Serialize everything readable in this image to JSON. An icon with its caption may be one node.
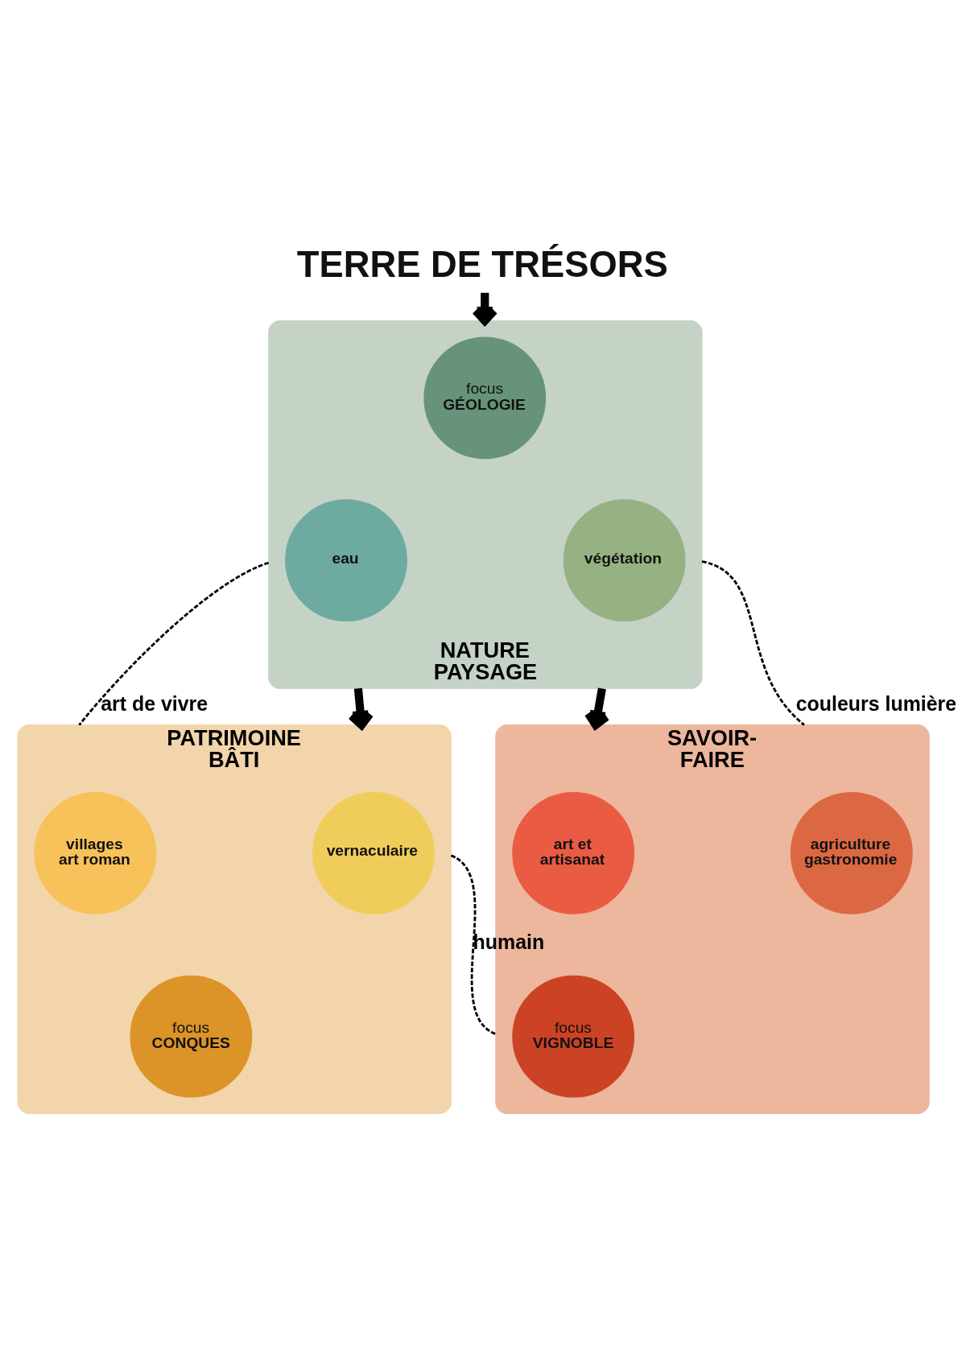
{
  "diagram": {
    "nodes": [
      {
        "text": [
          "TERRE DE TRÉSORS"
        ]
      },
      {
        "text": [
          "NATURE PAYSAGE"
        ]
      },
      {
        "text": [
          "focus",
          "GÉOLOGIE"
        ],
        "in": 1
      },
      {
        "text": [
          "eau"
        ],
        "in": 1
      },
      {
        "text": [
          "végétation"
        ],
        "in": 1
      },
      {
        "text": [
          "PATRIMOINE BÂTI"
        ]
      },
      {
        "text": [
          "villages art roman"
        ],
        "in": 5
      },
      {
        "text": [
          "vernaculaire"
        ],
        "in": 5
      },
      {
        "text": [
          "focus",
          "CONQUES"
        ],
        "in": 5
      },
      {
        "text": [
          "SAVOIR-FAIRE"
        ]
      },
      {
        "text": [
          "art et artisanat"
        ],
        "in": 9
      },
      {
        "text": [
          "agriculture gastronomie"
        ],
        "in": 9
      },
      {
        "text": [
          "focus",
          "VIGNOBLE"
        ],
        "in": 9
      }
    ],
    "edges": [
      {
        "from": 0,
        "to": 1,
        "arrow": "to",
        "style": "thick"
      },
      {
        "from": 1,
        "to": 5,
        "arrow": "none",
        "label": "art de vivre",
        "style": "dashed"
      },
      {
        "from": 1,
        "to": 5,
        "arrow": "to",
        "style": "thick"
      },
      {
        "from": 1,
        "to": 9,
        "arrow": "to",
        "style": "thick"
      },
      {
        "from": 1,
        "to": 9,
        "arrow": "none",
        "label": "couleurs lumière",
        "style": "dashed"
      },
      {
        "from": 5,
        "to": 9,
        "arrow": "none",
        "label": "humain",
        "style": "dashed"
      }
    ]
  }
}
